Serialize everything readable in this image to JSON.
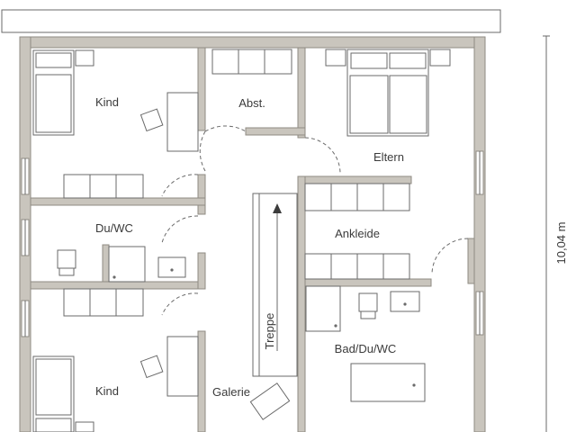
{
  "rooms": {
    "kind_top": "Kind",
    "abst": "Abst.",
    "eltern": "Eltern",
    "du_wc": "Du/WC",
    "ankleide": "Ankleide",
    "treppe": "Treppe",
    "bad": "Bad/Du/WC",
    "kind_bottom": "Kind",
    "galerie": "Galerie"
  },
  "dimensions": {
    "depth": "10,04 m"
  },
  "colors": {
    "wall_fill": "#c9c5bd",
    "line": "#6a6a6a"
  }
}
